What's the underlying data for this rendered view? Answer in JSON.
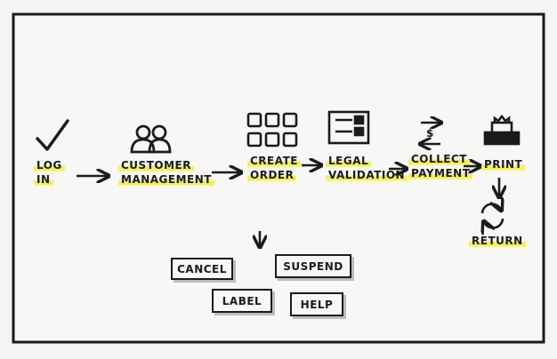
{
  "diagram": {
    "steps": [
      {
        "line1": "LOG",
        "line2": "IN",
        "icon": "checkmark-icon"
      },
      {
        "line1": "CUSTOMER",
        "line2": "MANAGEMENT",
        "icon": "people-icon"
      },
      {
        "line1": "CREATE",
        "line2": "ORDER",
        "icon": "grid-icon"
      },
      {
        "line1": "LEGAL",
        "line2": "VALIDATION",
        "icon": "checklist-icon"
      },
      {
        "line1": "COLLECT",
        "line2": "PAYMENT",
        "icon": "exchange-icon"
      },
      {
        "line1": "PRINT",
        "icon": "printer-icon"
      },
      {
        "line1": "RETURN",
        "icon": "refresh-icon"
      }
    ],
    "order_options": [
      "CANCEL",
      "SUSPEND",
      "LABEL",
      "HELP"
    ],
    "payment_symbol": "$",
    "colors": {
      "ink": "#1b1b1b",
      "highlight": "#f4ef5a",
      "shadow": "#bdbdbd",
      "paper": "#f7f7f5"
    }
  }
}
